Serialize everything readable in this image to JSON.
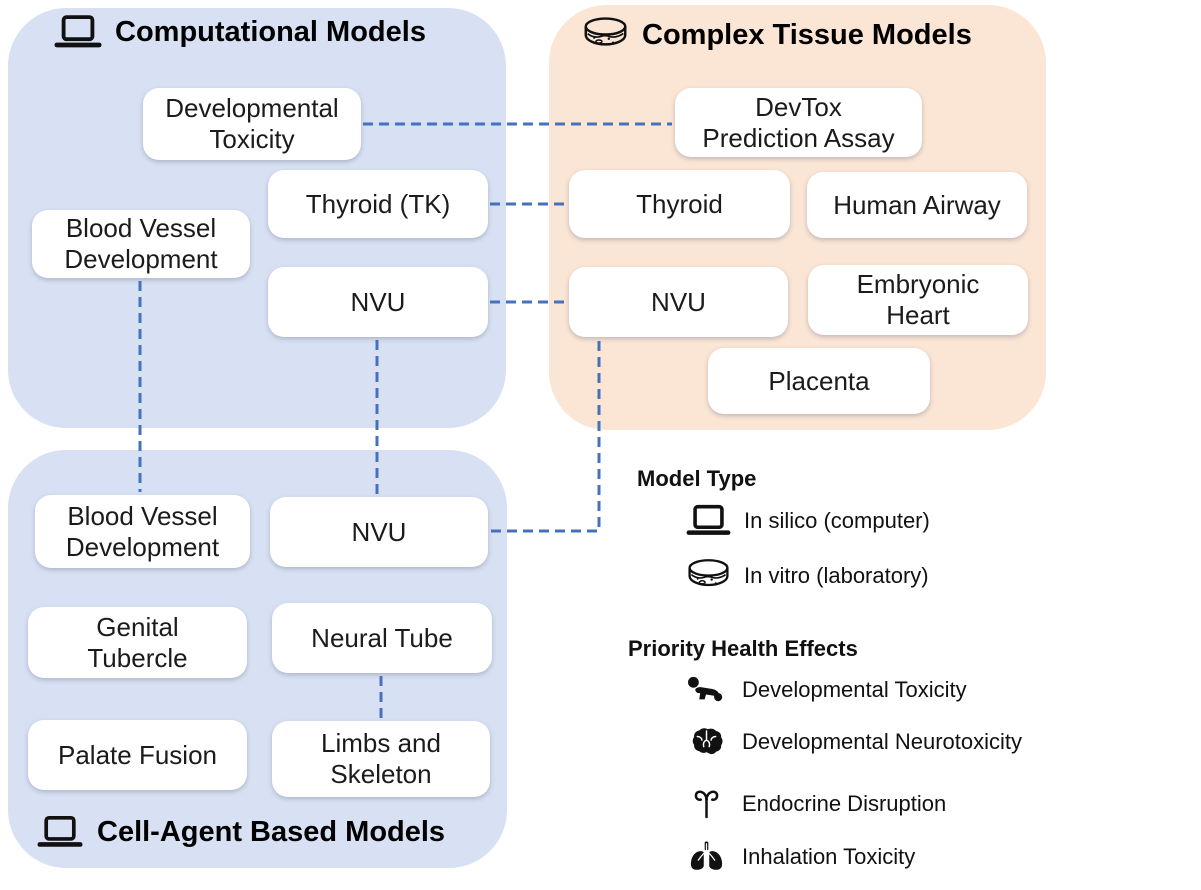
{
  "panels": [
    {
      "id": "computational",
      "title": "Computational Models",
      "icon": "laptop-icon",
      "color": "#d8e1f3"
    },
    {
      "id": "complex_tissue",
      "title": "Complex Tissue Models",
      "icon": "petri-dish-icon",
      "color": "#fbe5d4"
    },
    {
      "id": "cell_agent",
      "title": "Cell-Agent Based Models",
      "icon": "laptop-icon",
      "color": "#d8e1f3"
    }
  ],
  "boxes": [
    {
      "id": "developmental-toxicity",
      "panel": "computational",
      "lines": [
        "Developmental",
        "Toxicity"
      ]
    },
    {
      "id": "thyroid-tk",
      "panel": "computational",
      "lines": [
        "Thyroid (TK)"
      ]
    },
    {
      "id": "blood-vessel-development-1",
      "panel": "computational",
      "lines": [
        "Blood Vessel",
        "Development"
      ]
    },
    {
      "id": "nvu-computational",
      "panel": "computational",
      "lines": [
        "NVU"
      ]
    },
    {
      "id": "devtox-prediction-assay",
      "panel": "complex_tissue",
      "lines": [
        "DevTox",
        "Prediction Assay"
      ]
    },
    {
      "id": "thyroid-tissue",
      "panel": "complex_tissue",
      "lines": [
        "Thyroid"
      ]
    },
    {
      "id": "human-airway",
      "panel": "complex_tissue",
      "lines": [
        "Human Airway"
      ]
    },
    {
      "id": "nvu-tissue",
      "panel": "complex_tissue",
      "lines": [
        "NVU"
      ]
    },
    {
      "id": "embryonic-heart",
      "panel": "complex_tissue",
      "lines": [
        "Embryonic",
        "Heart"
      ]
    },
    {
      "id": "placenta",
      "panel": "complex_tissue",
      "lines": [
        "Placenta"
      ]
    },
    {
      "id": "blood-vessel-development-2",
      "panel": "cell_agent",
      "lines": [
        "Blood Vessel",
        "Development"
      ]
    },
    {
      "id": "nvu-cell-agent",
      "panel": "cell_agent",
      "lines": [
        "NVU"
      ]
    },
    {
      "id": "genital-tubercle",
      "panel": "cell_agent",
      "lines": [
        "Genital",
        "Tubercle"
      ]
    },
    {
      "id": "neural-tube",
      "panel": "cell_agent",
      "lines": [
        "Neural Tube"
      ]
    },
    {
      "id": "palate-fusion",
      "panel": "cell_agent",
      "lines": [
        "Palate Fusion"
      ]
    },
    {
      "id": "limbs-and-skeleton",
      "panel": "cell_agent",
      "lines": [
        "Limbs and",
        "Skeleton"
      ]
    }
  ],
  "connections": [
    {
      "from": "Developmental Toxicity (Computational Models)",
      "to": "DevTox Prediction Assay (Complex Tissue Models)",
      "style": "dashed"
    },
    {
      "from": "Thyroid (TK) (Computational Models)",
      "to": "Thyroid (Complex Tissue Models)",
      "style": "dashed"
    },
    {
      "from": "NVU (Computational Models)",
      "to": "NVU (Complex Tissue Models)",
      "style": "dashed"
    },
    {
      "from": "Blood Vessel Development (Computational Models)",
      "to": "Blood Vessel Development (Cell-Agent Based Models)",
      "style": "dashed"
    },
    {
      "from": "NVU (Computational Models)",
      "to": "NVU (Cell-Agent Based Models)",
      "style": "dashed"
    },
    {
      "from": "NVU (Complex Tissue Models)",
      "to": "NVU (Cell-Agent Based Models)",
      "style": "dashed"
    },
    {
      "from": "Neural Tube (Cell-Agent Based Models)",
      "to": "Limbs and Skeleton (Cell-Agent Based Models)",
      "style": "dashed"
    }
  ],
  "legend": {
    "model_type": {
      "title": "Model Type",
      "items": [
        {
          "icon": "laptop-icon",
          "label": "In silico (computer)"
        },
        {
          "icon": "petri-dish-icon",
          "label": "In vitro (laboratory)"
        }
      ]
    },
    "priority_health_effects": {
      "title": "Priority Health Effects",
      "items": [
        {
          "icon": "crawling-baby-icon",
          "label": "Developmental Toxicity"
        },
        {
          "icon": "brain-icon",
          "label": "Developmental Neurotoxicity"
        },
        {
          "icon": "thyroid-gland-icon",
          "label": "Endocrine Disruption"
        },
        {
          "icon": "lungs-icon",
          "label": "Inhalation Toxicity"
        }
      ]
    }
  },
  "colors": {
    "computational_panel": "#d8e1f3",
    "tissue_panel": "#fbe5d4",
    "connector": "#4671bd",
    "box_background": "#ffffff",
    "text": "#1b1b1b"
  }
}
